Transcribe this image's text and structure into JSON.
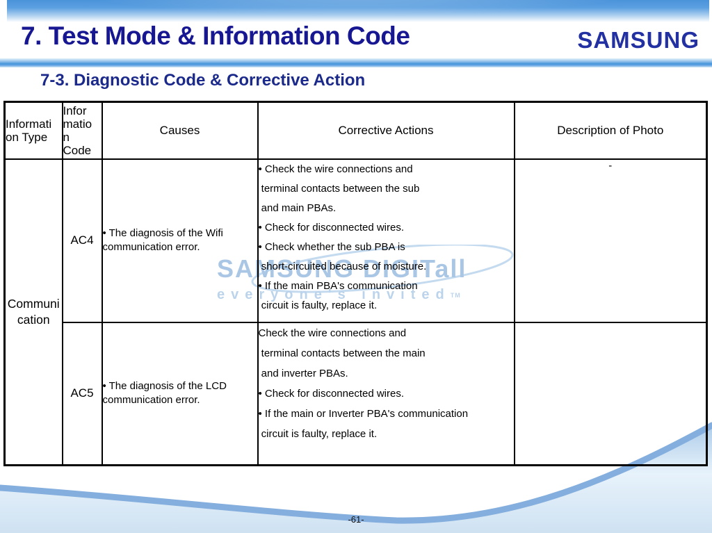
{
  "slide": {
    "title": "7. Test Mode & Information Code",
    "logo_text": "SAMSUNG",
    "subtitle": "7-3. Diagnostic Code & Corrective Action",
    "page_number": "-61-",
    "watermark": {
      "line1": "SAMSUNG DIGITall",
      "line2": "everyone's invited",
      "tm": "TM"
    }
  },
  "colors": {
    "title_navy": "#171792",
    "samsung_blue": "#2230a2",
    "header_band_blue": "#4a93da",
    "gloss_bar_blue": "#4292da",
    "watermark_blue": "#a9c6e5",
    "wave_edge_blue": "#84aedd",
    "wave_fill_blue": "#cfe2f2",
    "table_border": "#000000"
  },
  "table": {
    "headers": {
      "info_type": "Informati\non Type",
      "info_code": "Infor\nmatio\nn\nCode",
      "causes": "Causes",
      "corrective": "Corrective Actions",
      "photo": "Description of Photo"
    },
    "info_type_value": "Communi\ncation",
    "rows": [
      {
        "code": "AC4",
        "cause_lines": [
          "• The diagnosis of the Wifi",
          "communication error."
        ],
        "corrective_lines": [
          "• Check the wire connections and",
          " terminal contacts between the sub",
          " and main PBAs.",
          "• Check for disconnected wires.",
          "• Check whether the sub PBA is",
          " short-circuited because of moisture.",
          "• If the main PBA's communication",
          " circuit is faulty, replace it."
        ],
        "photo": "-"
      },
      {
        "code": "AC5",
        "cause_lines": [
          "• The diagnosis of the LCD",
          "communication error."
        ],
        "corrective_lines": [
          "Check the wire connections and",
          " terminal contacts between the main",
          " and inverter PBAs.",
          "• Check for disconnected wires.",
          "• If the main or Inverter PBA's communication",
          " circuit is faulty, replace it."
        ],
        "photo": ""
      }
    ]
  }
}
